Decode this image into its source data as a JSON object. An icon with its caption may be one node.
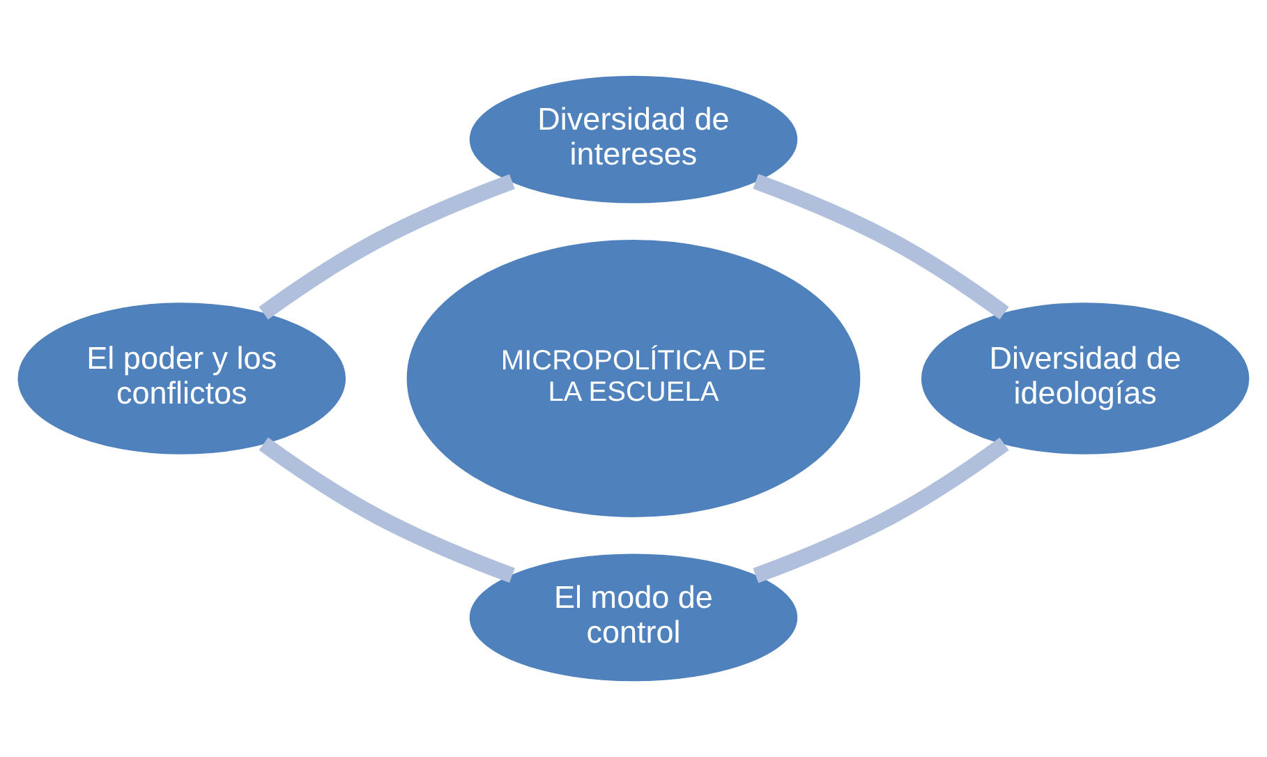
{
  "diagram": {
    "nodes": [
      {
        "text": [
          "Diversidad de intereses"
        ]
      },
      {
        "text": [
          "El poder y los conflictos"
        ]
      },
      {
        "text": [
          "MICROPOLÍTICA DE LA ESCUELA"
        ]
      },
      {
        "text": [
          "Diversidad de ideologías"
        ]
      },
      {
        "text": [
          "El modo de control"
        ]
      }
    ],
    "edges": [
      {
        "from": 0,
        "to": 3,
        "arrow": "none"
      },
      {
        "from": 3,
        "to": 4,
        "arrow": "none"
      },
      {
        "from": 4,
        "to": 1,
        "arrow": "none"
      },
      {
        "from": 1,
        "to": 0,
        "arrow": "none"
      }
    ]
  }
}
